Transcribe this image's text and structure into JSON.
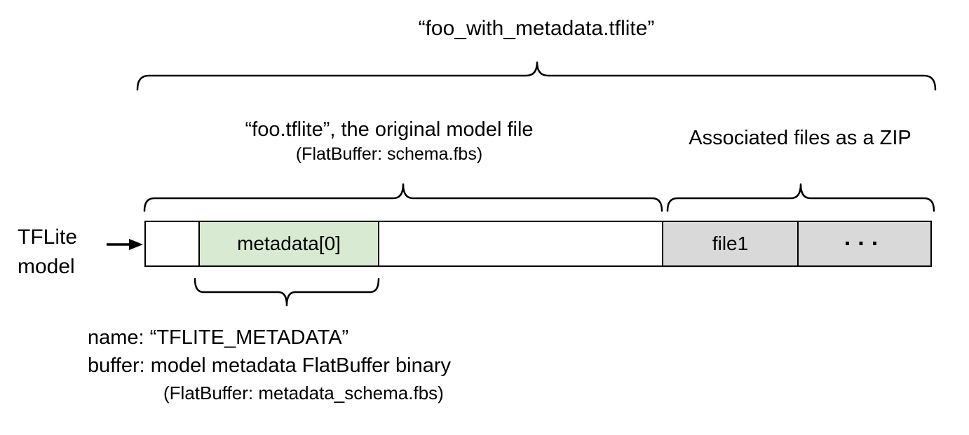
{
  "title": "“foo_with_metadata.tflite”",
  "model_section": {
    "label_line1": "“foo.tflite”, the original model file",
    "label_line2": "(FlatBuffer: schema.fbs)"
  },
  "zip_section": {
    "label": "Associated files as a ZIP"
  },
  "bar": {
    "pointer_label_line1": "TFLite",
    "pointer_label_line2": "model",
    "segments": [
      {
        "label": "",
        "type": "white"
      },
      {
        "label": "metadata[0]",
        "type": "green"
      },
      {
        "label": "",
        "type": "white"
      },
      {
        "label": "file1",
        "type": "gray"
      },
      {
        "label": "...",
        "type": "gray"
      }
    ]
  },
  "metadata_note": {
    "line1": "name: “TFLITE_METADATA”",
    "line2": "buffer: model metadata FlatBuffer binary",
    "line3": "(FlatBuffer: metadata_schema.fbs)"
  },
  "colors": {
    "segment_green": "#d9ead3",
    "segment_gray": "#d9d9d9",
    "stroke": "#000000",
    "background": "#ffffff"
  }
}
